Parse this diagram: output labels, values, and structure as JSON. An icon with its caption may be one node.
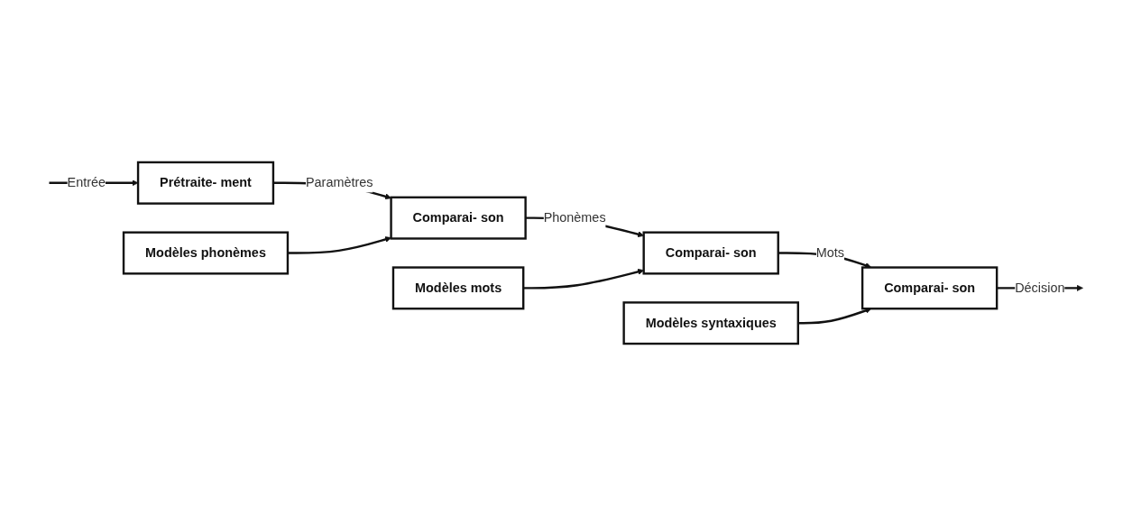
{
  "diagram": {
    "nodes": [
      {
        "text": [
          "Modèles phonèmes"
        ]
      },
      {
        "text": [
          "Modèles mots"
        ]
      },
      {
        "text": [
          "Modèles syntaxiques"
        ]
      },
      {
        "text": [
          "Prétraite- ment"
        ]
      },
      {
        "text": [
          "Comparai- son"
        ]
      },
      {
        "text": [
          "Comparai- son"
        ]
      },
      {
        "text": [
          "Comparai- son"
        ]
      }
    ],
    "edges": [
      {
        "from": null,
        "to": 3,
        "arrow": "to",
        "label": "Entrée"
      },
      {
        "from": 3,
        "to": 4,
        "arrow": "to",
        "label": "Paramètres"
      },
      {
        "from": 4,
        "to": 5,
        "arrow": "to",
        "label": "Phonèmes"
      },
      {
        "from": 5,
        "to": 6,
        "arrow": "to",
        "label": "Mots"
      },
      {
        "from": 6,
        "to": null,
        "arrow": "to",
        "label": "Décision"
      },
      {
        "from": 0,
        "to": 4,
        "arrow": "to"
      },
      {
        "from": 1,
        "to": 5,
        "arrow": "to"
      },
      {
        "from": 2,
        "to": 6,
        "arrow": "to"
      }
    ]
  }
}
